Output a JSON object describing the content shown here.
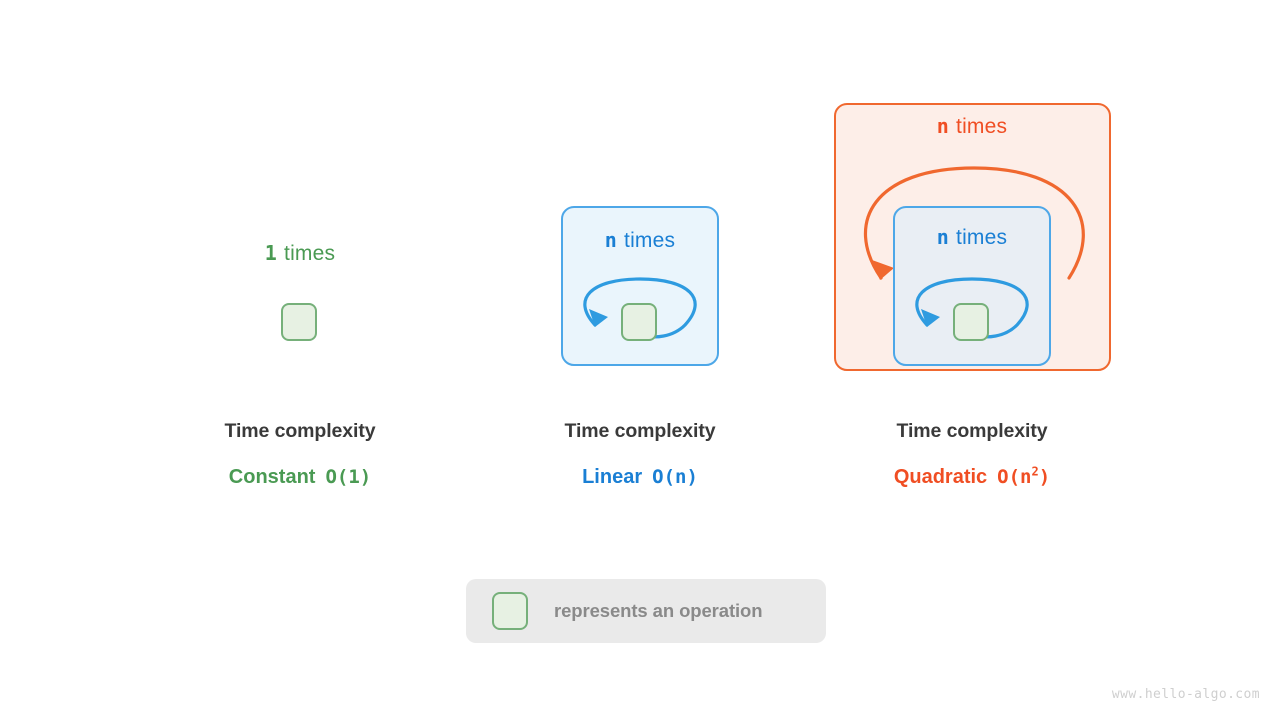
{
  "diagram": {
    "watermark": "www.hello-algo.com",
    "colors": {
      "green": "#4a9a53",
      "blue": "#1a7fd4",
      "orange": "#f04e23",
      "op_fill": "#e7f1e3",
      "op_border": "#76b07a",
      "panel_blue_fill": "#eaf5fc",
      "panel_blue_inner_fill": "#e9eef4",
      "panel_blue_border": "#4da7e8",
      "panel_orange_fill": "#fdeee8",
      "panel_orange_border": "#f0682f",
      "legend_bg": "#eaeaea",
      "title_text": "#3a3a3a",
      "legend_text": "#8a8a8a"
    },
    "legend": {
      "swatch_name": "operation-square",
      "text": "represents an operation"
    },
    "columns": [
      {
        "id": "constant",
        "loop_count": "1",
        "loop_word": "times",
        "caption_title": "Time complexity",
        "complexity_name": "Constant",
        "complexity_bigo": "O(1)",
        "bigo_base": "O(1)",
        "bigo_exponent": "",
        "has_outer_loop": false,
        "has_inner_loop": false
      },
      {
        "id": "linear",
        "loop_count": "n",
        "loop_word": "times",
        "caption_title": "Time complexity",
        "complexity_name": "Linear",
        "complexity_bigo": "O(n)",
        "bigo_base": "O(n)",
        "bigo_exponent": "",
        "has_outer_loop": false,
        "has_inner_loop": true
      },
      {
        "id": "quadratic",
        "outer_loop_count": "n",
        "outer_loop_word": "times",
        "loop_count": "n",
        "loop_word": "times",
        "caption_title": "Time complexity",
        "complexity_name": "Quadratic",
        "complexity_bigo": "O(n^2)",
        "bigo_base": "O(n",
        "bigo_exponent": "2",
        "bigo_close": ")",
        "has_outer_loop": true,
        "has_inner_loop": true
      }
    ]
  }
}
